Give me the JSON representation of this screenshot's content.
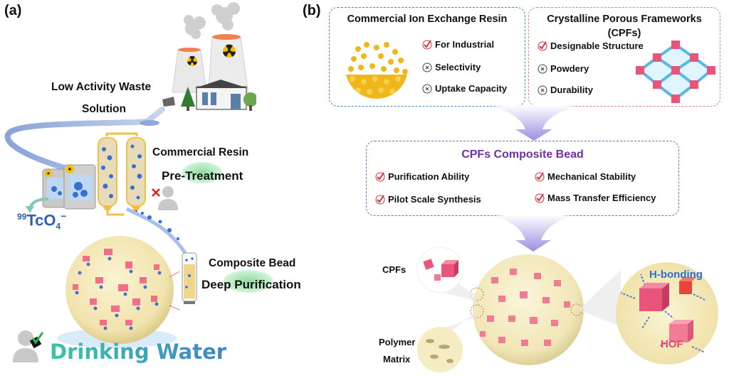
{
  "panel_a": {
    "label": "(a)",
    "waste_label_line1": "Low Activity Waste",
    "waste_label_line2": "Solution",
    "commercial_resin": "Commercial Resin",
    "pre_treatment": "Pre-Treatment",
    "tc_superscript": "99",
    "tc_formula": "TcO",
    "tc_subscript": "4",
    "tc_charge": "−",
    "composite_bead": "Composite Bead",
    "deep_purification": "Deep Purification",
    "drinking_water": "Drinking Water",
    "colors": {
      "tc_text": "#2f5fb3",
      "drinking_water_start": "#3cc4a8",
      "drinking_water_end": "#3f86c8",
      "highlight_green": "#8fdca0"
    }
  },
  "panel_b": {
    "label": "(b)",
    "resin_box": {
      "title": "Commercial Ion Exchange Resin",
      "items": [
        {
          "status": "check",
          "text": "For Industrial"
        },
        {
          "status": "cross",
          "text": "Selectivity"
        },
        {
          "status": "cross",
          "text": "Uptake Capacity"
        }
      ],
      "border_color": "#4a86c8"
    },
    "cpf_box": {
      "title_line1": "Crystalline Porous Frameworks",
      "title_line2": "(CPFs)",
      "items": [
        {
          "status": "check",
          "text": "Designable Structure"
        },
        {
          "status": "cross",
          "text": "Powdery"
        },
        {
          "status": "cross",
          "text": "Durability"
        }
      ],
      "border_color": "#d9868d"
    },
    "composite_box": {
      "title": "CPFs Composite Bead",
      "items": [
        {
          "status": "check",
          "text": "Purification Ability"
        },
        {
          "status": "check",
          "text": "Mechanical Stability"
        },
        {
          "status": "check",
          "text": "Pilot Scale Synthesis"
        },
        {
          "status": "check",
          "text": "Mass Transfer Efficiency"
        }
      ],
      "title_color": "#7030a0",
      "border_color": "#7a66c0"
    },
    "cpfs_label": "CPFs",
    "polymer_label_line1": "Polymer",
    "polymer_label_line2": "Matrix",
    "h_bonding_label": "H-bonding",
    "hof_label": "HOF",
    "colors": {
      "h_bonding": "#2a6fd6",
      "hof": "#e6476e",
      "check": "#d8333f",
      "arrow": "#9a8fe0"
    }
  }
}
